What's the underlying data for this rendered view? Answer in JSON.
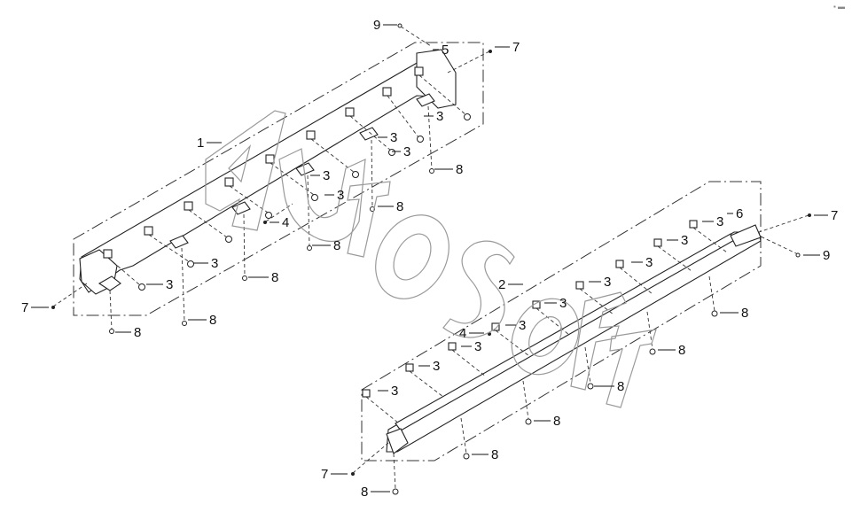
{
  "watermark": {
    "text": "AutoSoft"
  },
  "corner_mark": "▪ ▬",
  "callouts": [
    {
      "label": "9"
    },
    {
      "label": "5"
    },
    {
      "label": "7"
    },
    {
      "label": "3"
    },
    {
      "label": "1"
    },
    {
      "label": "3"
    },
    {
      "label": "3"
    },
    {
      "label": "8"
    },
    {
      "label": "3"
    },
    {
      "label": "3"
    },
    {
      "label": "8"
    },
    {
      "label": "4"
    },
    {
      "label": "8"
    },
    {
      "label": "3"
    },
    {
      "label": "8"
    },
    {
      "label": "3"
    },
    {
      "label": "7"
    },
    {
      "label": "8"
    },
    {
      "label": "8"
    },
    {
      "label": "6"
    },
    {
      "label": "3"
    },
    {
      "label": "7"
    },
    {
      "label": "3"
    },
    {
      "label": "9"
    },
    {
      "label": "3"
    },
    {
      "label": "2"
    },
    {
      "label": "3"
    },
    {
      "label": "8"
    },
    {
      "label": "3"
    },
    {
      "label": "4"
    },
    {
      "label": "3"
    },
    {
      "label": "3"
    },
    {
      "label": "8"
    },
    {
      "label": "3"
    },
    {
      "label": "8"
    },
    {
      "label": "3"
    },
    {
      "label": "8"
    },
    {
      "label": "8"
    },
    {
      "label": "7"
    },
    {
      "label": "8"
    }
  ]
}
